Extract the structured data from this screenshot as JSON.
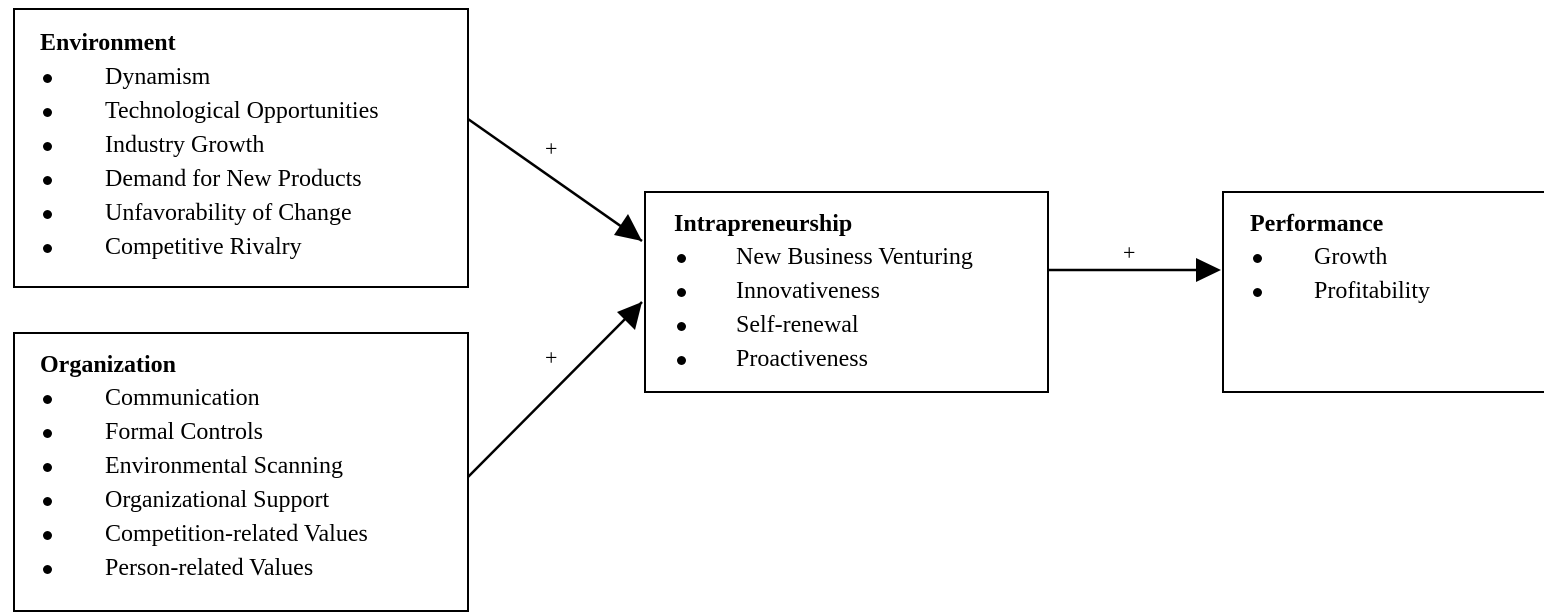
{
  "environment": {
    "title": "Environment",
    "items": [
      "Dynamism",
      "Technological Opportunities",
      "Industry Growth",
      "Demand for New Products",
      "Unfavorability of Change",
      "Competitive Rivalry"
    ]
  },
  "organization": {
    "title": "Organization",
    "items": [
      "Communication",
      "Formal Controls",
      "Environmental Scanning",
      "Organizational Support",
      "Competition-related Values",
      "Person-related Values"
    ]
  },
  "intrapreneurship": {
    "title": "Intrapreneurship",
    "items": [
      "New Business Venturing",
      "Innovativeness",
      "Self-renewal",
      "Proactiveness"
    ]
  },
  "performance": {
    "title": "Performance",
    "items": [
      "Growth",
      "Profitability"
    ]
  },
  "arrows": {
    "env_to_intra": "+",
    "org_to_intra": "+",
    "intra_to_perf": "+"
  }
}
